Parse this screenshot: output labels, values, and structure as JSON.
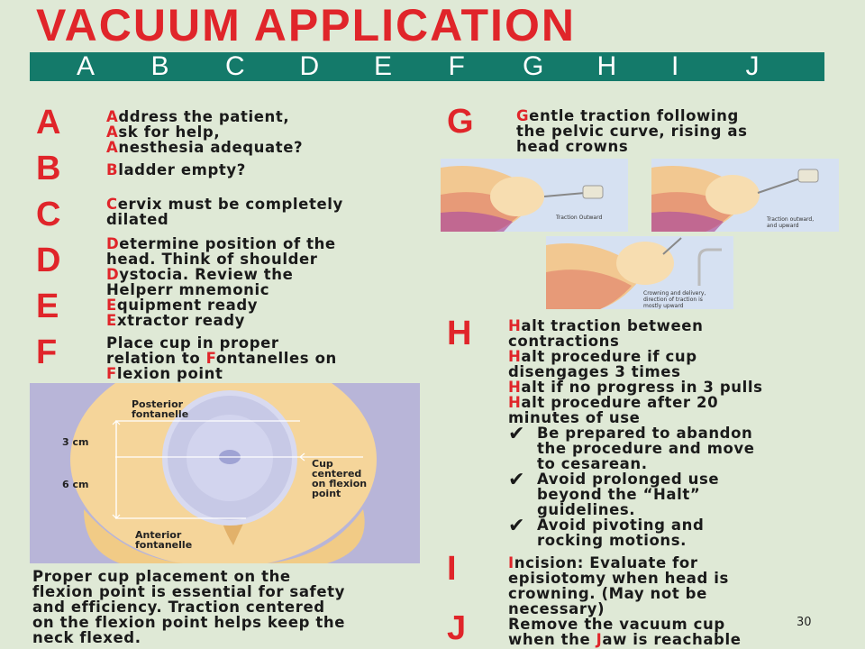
{
  "title": "VACUUM APPLICATION",
  "alphabet": [
    "A",
    "B",
    "C",
    "D",
    "E",
    "F",
    "G",
    "H",
    "I",
    "J"
  ],
  "sections": {
    "A": {
      "letter": "A",
      "lines": [
        {
          "first": "A",
          "rest": "ddress the patient,"
        },
        {
          "first": "A",
          "rest": "sk for help,"
        },
        {
          "first": "A",
          "rest": "nesthesia adequate?"
        }
      ]
    },
    "B": {
      "letter": "B",
      "lines": [
        {
          "first": "B",
          "rest": "ladder empty?"
        }
      ]
    },
    "C": {
      "letter": "C",
      "lines": [
        {
          "first": "C",
          "rest": "ervix must be completely"
        },
        {
          "first": "",
          "rest": "dilated"
        }
      ]
    },
    "D": {
      "letter": "D",
      "lines": [
        {
          "first": "D",
          "rest": "etermine position of the"
        },
        {
          "first": "",
          "rest": "head. Think of shoulder"
        },
        {
          "first": "D",
          "rest": "ystocia. Review the"
        },
        {
          "first": "",
          "rest": "Helperr mnemonic"
        }
      ]
    },
    "E": {
      "letter": "E",
      "lines": [
        {
          "first": "E",
          "rest": "quipment ready"
        },
        {
          "first": "E",
          "rest": "xtractor ready"
        }
      ]
    },
    "F": {
      "letter": "F",
      "line1": "Place cup in proper",
      "line2_pre": "relation to ",
      "line2_red": "F",
      "line2_post": "ontanelles on",
      "line3_red": "F",
      "line3_post": "lexion point"
    },
    "G": {
      "letter": "G",
      "lines": [
        {
          "first": "G",
          "rest": "entle traction following"
        },
        {
          "first": "",
          "rest": "the pelvic curve, rising as"
        },
        {
          "first": "",
          "rest": "head crowns"
        }
      ]
    },
    "H": {
      "letter": "H",
      "lines": [
        {
          "first": "H",
          "rest": "alt traction between"
        },
        {
          "first": "",
          "rest": "contractions"
        },
        {
          "first": "H",
          "rest": "alt procedure if cup"
        },
        {
          "first": "",
          "rest": "disengages 3 times"
        },
        {
          "first": "H",
          "rest": "alt if no progress in 3 pulls"
        },
        {
          "first": "H",
          "rest": "alt procedure after 20"
        },
        {
          "first": "",
          "rest": "minutes of use"
        }
      ],
      "checks": [
        [
          "Be prepared to abandon",
          "the procedure and move",
          "to cesarean."
        ],
        [
          "Avoid  prolonged use",
          "beyond the “Halt”",
          "guidelines."
        ],
        [
          "Avoid pivoting and",
          "rocking motions."
        ]
      ]
    },
    "I": {
      "letter": "I",
      "lines": [
        {
          "first": "I",
          "rest": "ncision: Evaluate for"
        },
        {
          "first": "",
          "rest": "episiotomy when head is"
        },
        {
          "first": "",
          "rest": "crowning. (May not be"
        },
        {
          "first": "",
          "rest": "necessary)"
        }
      ]
    },
    "J": {
      "letter": "J",
      "line1": "Remove the vacuum cup",
      "line2_pre": "when the ",
      "line2_red": "J",
      "line2_post": "aw is reachable"
    }
  },
  "diagram": {
    "posterior": [
      "Posterior",
      "fontanelle"
    ],
    "anterior": [
      "Anterior",
      "fontanelle"
    ],
    "cm3": "3 cm",
    "cm6": "6 cm",
    "cup": [
      "Cup",
      "centered",
      "on flexion",
      "point"
    ]
  },
  "caption": [
    "Proper cup placement on the",
    "flexion point is essential for safety",
    "and efficiency. Traction centered",
    "on the flexion point helps keep the",
    "neck flexed."
  ],
  "illustrations": {
    "one": "Traction Outward",
    "two": [
      "Traction outward,",
      "and upward"
    ],
    "three": [
      "Crowning and delivery,",
      "direction of traction is",
      "mostly upward"
    ]
  },
  "page_number": "30",
  "colors": {
    "accent": "#e0252a",
    "bar": "#147a6a",
    "background": "#dfe9d6"
  }
}
